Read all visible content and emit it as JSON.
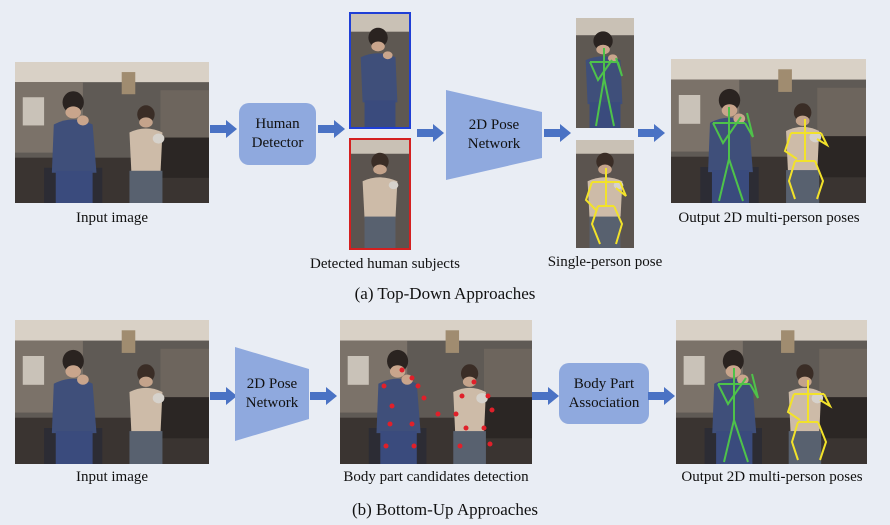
{
  "top_down": {
    "title": "(a) Top-Down Approaches",
    "input_caption": "Input image",
    "detector_label": "Human\nDetector",
    "detected_caption": "Detected human subjects",
    "network_label": "2D Pose\nNetwork",
    "single_caption": "Single-person pose",
    "output_caption": "Output 2D multi-person poses"
  },
  "bottom_up": {
    "title": "(b) Bottom-Up Approaches",
    "input_caption": "Input image",
    "network_label": "2D Pose\nNetwork",
    "candidates_caption": "Body part candidates detection",
    "association_label": "Body Part\nAssociation",
    "output_caption": "Output 2D multi-person poses"
  },
  "colors": {
    "box_fill": "#8fa9de",
    "arrow": "#4a72c4",
    "detected_blue": "#1f3fd6",
    "detected_red": "#d42020",
    "pose_green": "#4ec24a",
    "pose_yellow": "#f2e22a",
    "joint_red": "#e0202a"
  }
}
